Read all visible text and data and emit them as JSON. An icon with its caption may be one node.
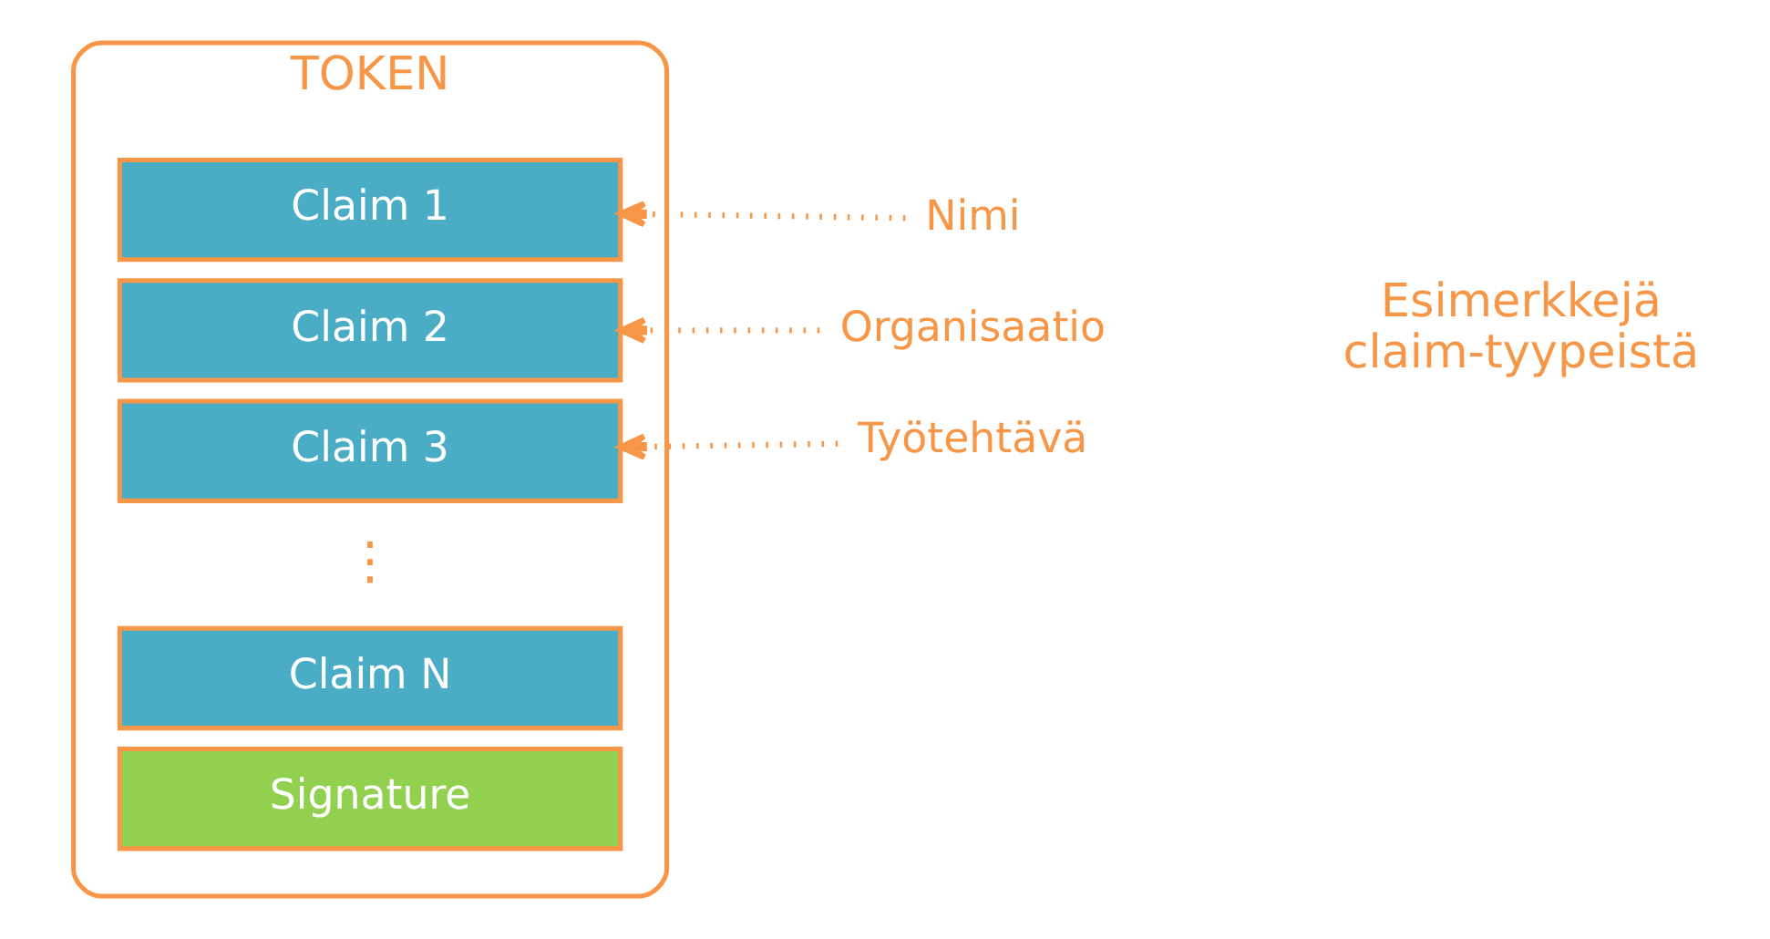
{
  "diagram": {
    "nodes": [
      {
        "text": [
          "TOKEN"
        ]
      },
      {
        "text": [
          "Claim 1"
        ],
        "in": 0
      },
      {
        "text": [
          "Claim 2"
        ],
        "in": 0
      },
      {
        "text": [
          "Claim 3"
        ],
        "in": 0
      },
      {
        "text": [
          "Claim N"
        ],
        "in": 0
      },
      {
        "text": [
          "Signature"
        ],
        "in": 0
      },
      {
        "text": [
          "Nimi"
        ]
      },
      {
        "text": [
          "Organisaatio"
        ]
      },
      {
        "text": [
          "Työtehtävä"
        ]
      }
    ],
    "edges": [
      {
        "from": 6,
        "to": 1,
        "arrow": "to",
        "style": "dashed"
      },
      {
        "from": 7,
        "to": 2,
        "arrow": "to",
        "style": "dashed"
      },
      {
        "from": 8,
        "to": 3,
        "arrow": "to",
        "style": "dashed"
      }
    ],
    "labels": [
      "⋮",
      "Esimerkkejä claim-tyypeistä"
    ]
  }
}
